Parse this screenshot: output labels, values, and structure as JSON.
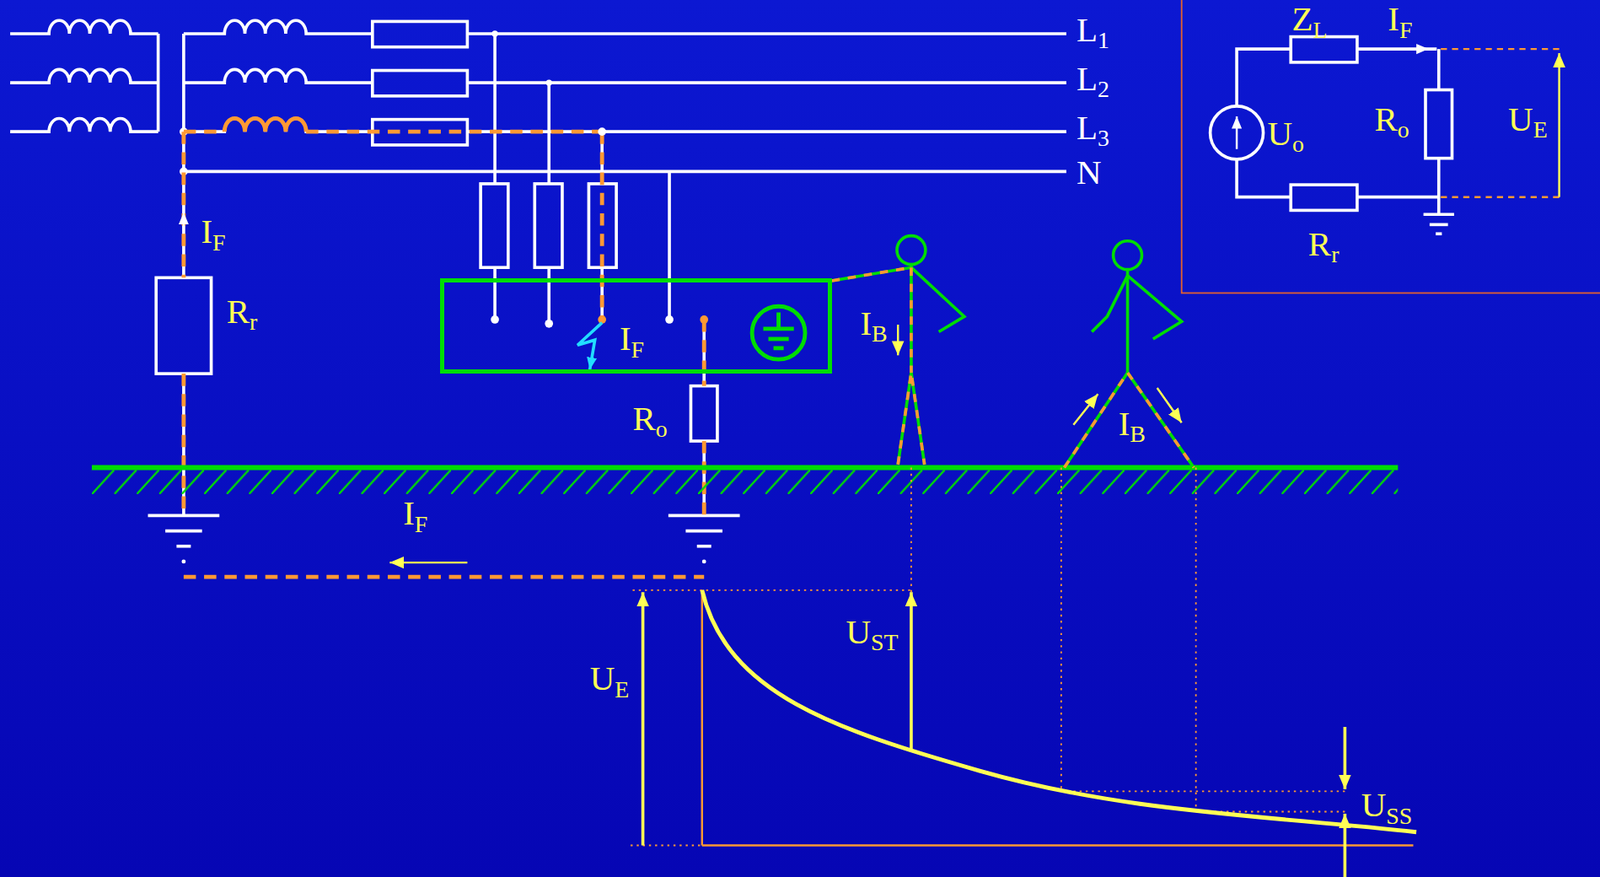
{
  "diagram": {
    "nodes": [
      {
        "text": [
          "IF"
        ]
      }
    ],
    "labels": [
      "L1",
      "L2",
      "L3",
      "N",
      "ZL",
      "IF",
      "Uo",
      "Ro",
      "UE",
      "Rr",
      "IF",
      "Rr",
      "IB",
      "Ro",
      "IB",
      "IF",
      "UE",
      "UST",
      "USS"
    ]
  }
}
